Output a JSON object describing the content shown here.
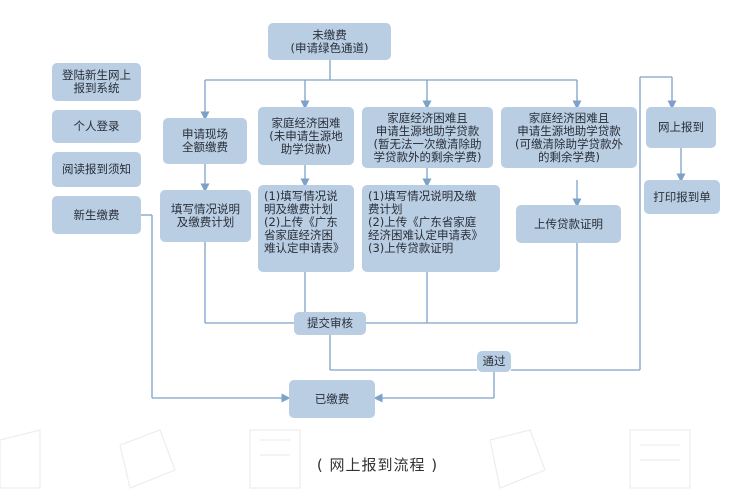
{
  "flow": {
    "unpaid_1": "未缴费",
    "unpaid_2": "(申请绿色通道)",
    "left": {
      "s1_l1": "登陆新生网上",
      "s1_l2": "报到系统",
      "s2": "个人登录",
      "s3": "阅读报到须知",
      "s4": "新生缴费"
    },
    "col1": {
      "head_l1": "申请现场",
      "head_l2": "全额缴费",
      "body_l1": "填写情况说明",
      "body_l2": "及缴费计划"
    },
    "col2": {
      "head_l1": "家庭经济困难",
      "head_l2": "(未申请生源地",
      "head_l3": "助学贷款)",
      "body_l1": "(1)填写情况说",
      "body_l2": "明及缴费计划",
      "body_l3": "(2)上传《广东",
      "body_l4": "省家庭经济困",
      "body_l5": "难认定申请表》"
    },
    "col3": {
      "head_l1": "家庭经济困难且",
      "head_l2": "申请生源地助学贷款",
      "head_l3": "(暂无法一次缴清除助",
      "head_l4": "学贷款外的剩余学费)",
      "body_l1": "(1)填写情况说明及缴",
      "body_l2": "费计划",
      "body_l3": "(2)上传《广东省家庭",
      "body_l4": "经济困难认定申请表》",
      "body_l5": "(3)上传贷款证明"
    },
    "col4": {
      "head_l1": "家庭经济困难且",
      "head_l2": "申请生源地助学贷款",
      "head_l3": "(可缴清除助学贷款外",
      "head_l4": "的剩余学费)",
      "body": "上传贷款证明"
    },
    "right": {
      "r1": "网上报到",
      "r2": "打印报到单"
    },
    "submit": "提交审核",
    "pass": "通过",
    "paid": "已缴费",
    "caption": "( 网上报到流程 )"
  },
  "colors": {
    "box_fill": "#b9cde3",
    "line": "#7da2c9",
    "text": "#2a2f38"
  }
}
